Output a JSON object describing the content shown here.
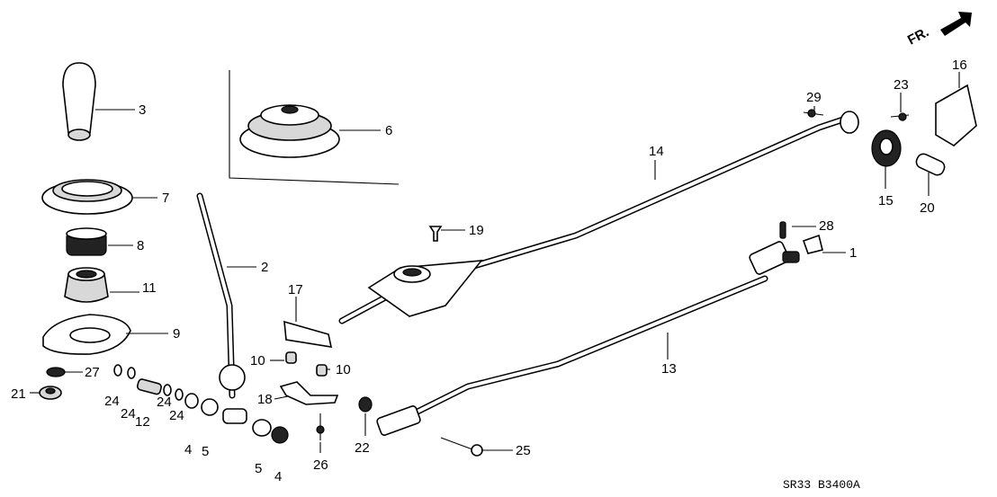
{
  "diagram_code": "SR33 B3400A",
  "direction_label": "FR.",
  "callouts": {
    "c1": "1",
    "c2": "2",
    "c3": "3",
    "c4a": "4",
    "c4b": "4",
    "c5a": "5",
    "c5b": "5",
    "c6": "6",
    "c7": "7",
    "c8": "8",
    "c9": "9",
    "c10a": "10",
    "c10b": "10",
    "c11": "11",
    "c12": "12",
    "c13": "13",
    "c14": "14",
    "c15": "15",
    "c16": "16",
    "c17": "17",
    "c18": "18",
    "c19": "19",
    "c20": "20",
    "c21": "21",
    "c22": "22",
    "c23": "23",
    "c24a": "24",
    "c24b": "24",
    "c24c": "24",
    "c24d": "24",
    "c25": "25",
    "c26": "26",
    "c27": "27",
    "c28": "28",
    "c29": "29"
  }
}
